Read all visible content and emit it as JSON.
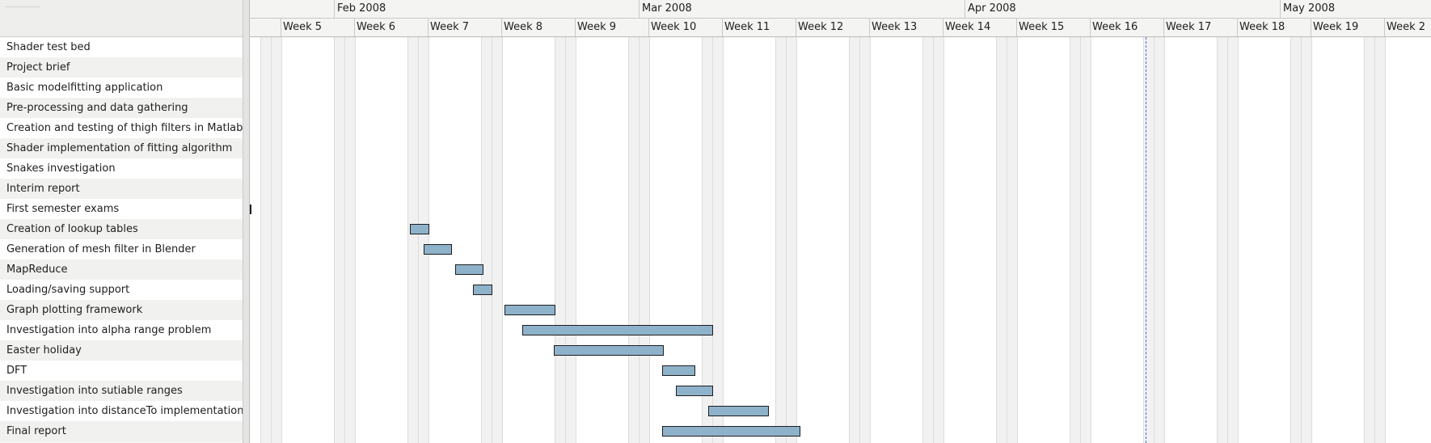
{
  "timeline": {
    "months": [
      "Feb 2008",
      "Mar 2008",
      "Apr 2008",
      "May 2008"
    ],
    "weeks": [
      "Week 5",
      "Week 6",
      "Week 7",
      "Week 8",
      "Week 9",
      "Week 10",
      "Week 11",
      "Week 12",
      "Week 13",
      "Week 14",
      "Week 15",
      "Week 16",
      "Week 17",
      "Week 18",
      "Week 19",
      "Week 2"
    ]
  },
  "tasks": [
    {
      "name": "Shader test bed"
    },
    {
      "name": "Project brief"
    },
    {
      "name": "Basic modelfitting application"
    },
    {
      "name": "Pre-processing and data gathering"
    },
    {
      "name": "Creation and testing of thigh filters in Matlab"
    },
    {
      "name": "Shader implementation of fitting algorithm"
    },
    {
      "name": "Snakes investigation"
    },
    {
      "name": "Interim report"
    },
    {
      "name": "First semester exams"
    },
    {
      "name": "Creation of lookup tables",
      "bar": {
        "start": 15.2,
        "end": 17.1
      }
    },
    {
      "name": "Generation of mesh filter in Blender",
      "bar": {
        "start": 16.5,
        "end": 19.2
      }
    },
    {
      "name": "MapReduce",
      "bar": {
        "start": 19.5,
        "end": 22.2
      }
    },
    {
      "name": "Loading/saving support",
      "bar": {
        "start": 21.2,
        "end": 23.1
      }
    },
    {
      "name": "Graph plotting framework",
      "bar": {
        "start": 24.2,
        "end": 29.1
      }
    },
    {
      "name": "Investigation into alpha range problem",
      "bar": {
        "start": 25.9,
        "end": 44.1
      }
    },
    {
      "name": "Easter holiday",
      "bar": {
        "start": 28.9,
        "end": 39.4
      }
    },
    {
      "name": "DFT",
      "bar": {
        "start": 39.2,
        "end": 42.4
      }
    },
    {
      "name": "Investigation into sutiable ranges",
      "bar": {
        "start": 40.5,
        "end": 44.1
      }
    },
    {
      "name": "Investigation into distanceTo implementation",
      "bar": {
        "start": 43.6,
        "end": 49.4
      }
    },
    {
      "name": "Final report",
      "bar": {
        "start": 39.2,
        "end": 52.4
      }
    }
  ]
}
